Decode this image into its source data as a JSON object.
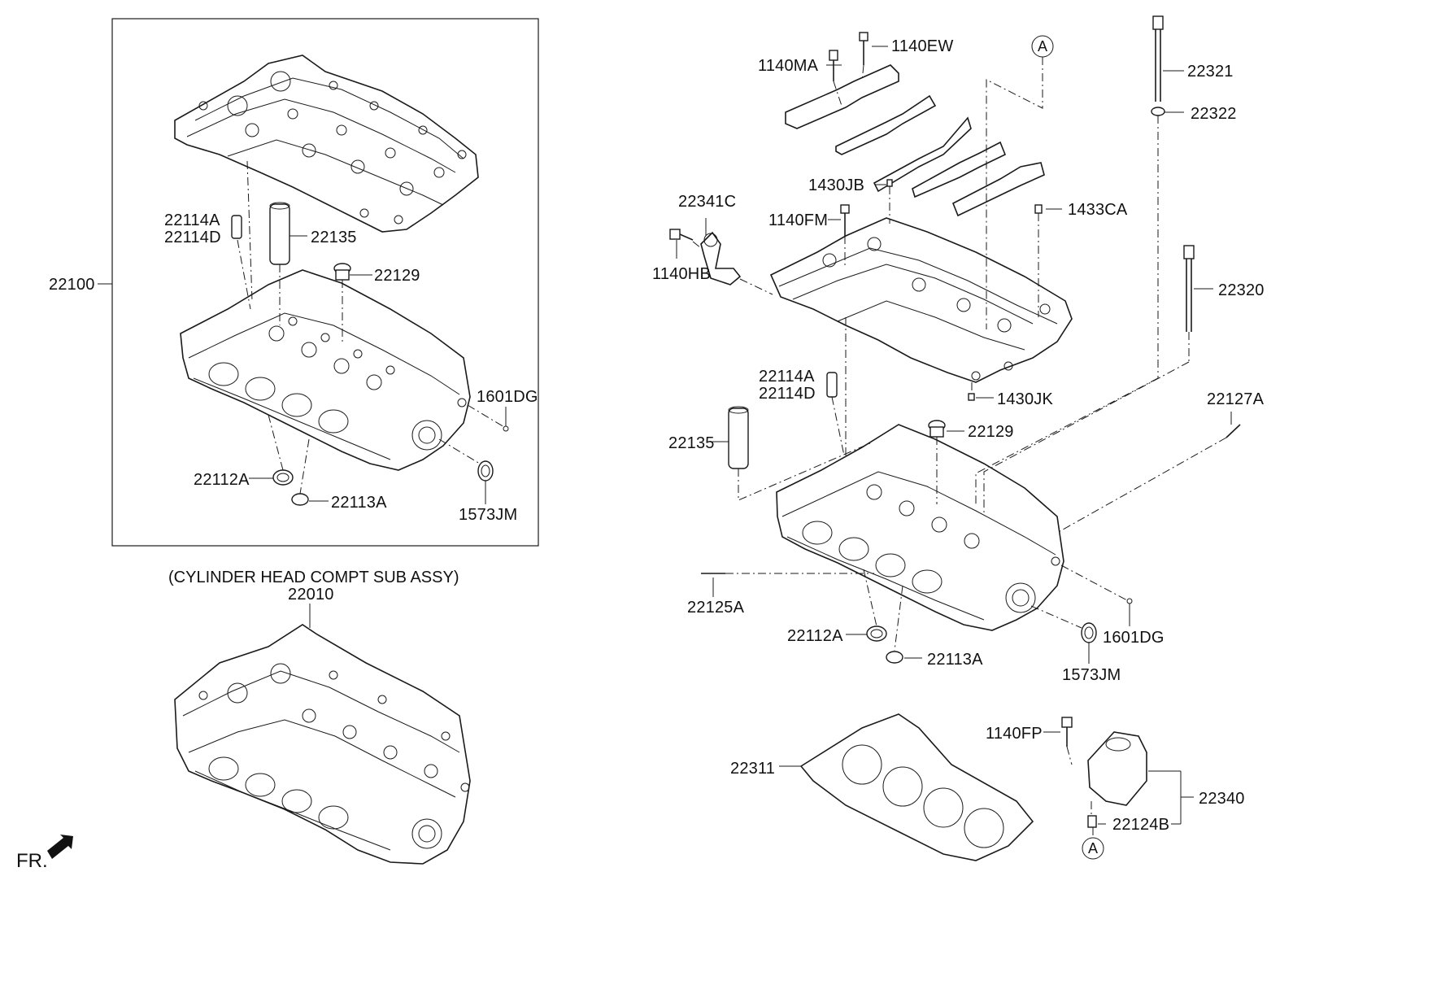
{
  "labels": {
    "l22100": "22100",
    "l22114A_left": "22114A",
    "l22114D_left": "22114D",
    "l22135_left": "22135",
    "l22129_left": "22129",
    "l1601DG_left": "1601DG",
    "l22112A_left": "22112A",
    "l22113A_left": "22113A",
    "l1573JM_left": "1573JM",
    "sub_assy": "(CYLINDER HEAD COMPT SUB ASSY)",
    "l22010": "22010",
    "fr": "FR.",
    "l1140MA": "1140MA",
    "l1140EW": "1140EW",
    "circleA_top": "A",
    "l22321": "22321",
    "l22322": "22322",
    "l1430JB": "1430JB",
    "l22341C": "22341C",
    "l1140FM": "1140FM",
    "l1433CA": "1433CA",
    "l1140HB": "1140HB",
    "l22320": "22320",
    "l22114A_right": "22114A",
    "l22114D_right": "22114D",
    "l1430JK": "1430JK",
    "l22127A": "22127A",
    "l22135_right": "22135",
    "l22129_right": "22129",
    "l22125A": "22125A",
    "l22112A_right": "22112A",
    "l1601DG_right": "1601DG",
    "l22113A_right": "22113A",
    "l1573JM_right": "1573JM",
    "l1140FP": "1140FP",
    "l22311": "22311",
    "l22340": "22340",
    "l22124B": "22124B",
    "circleA_bottom": "A"
  },
  "icons": {
    "fr_arrow": "arrow-icon"
  }
}
